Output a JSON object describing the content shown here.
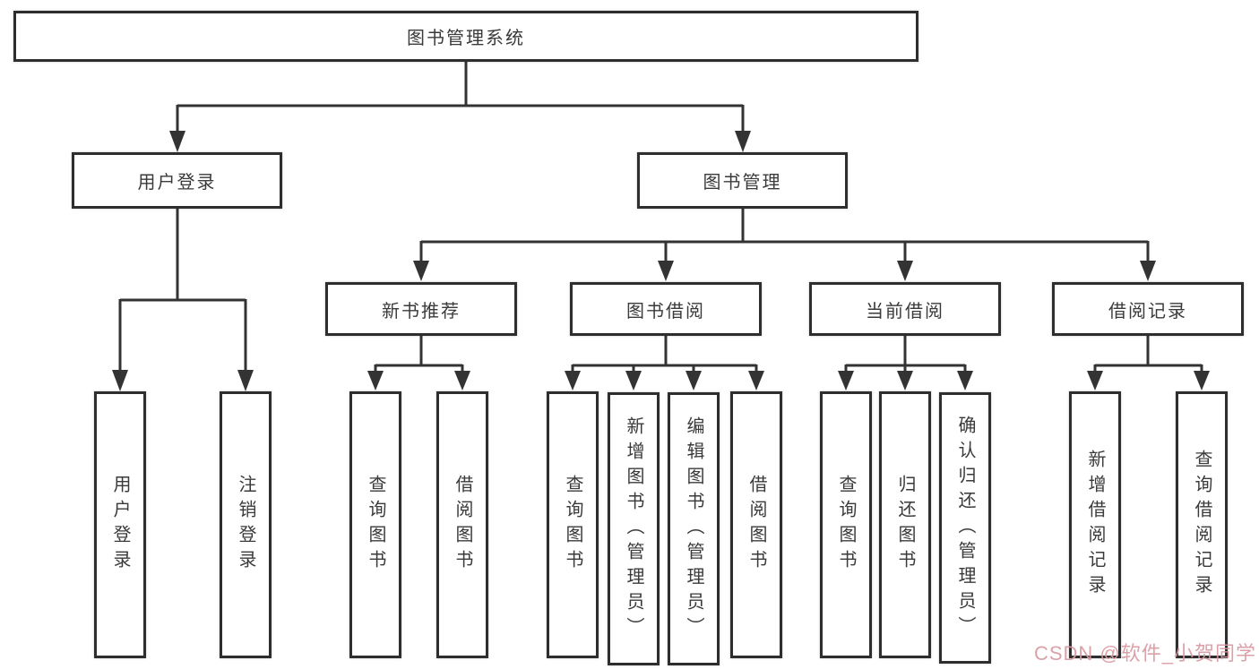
{
  "tree": {
    "label": "图书管理系统",
    "children": [
      {
        "label": "用户登录",
        "children": [
          {
            "label": "用户登录"
          },
          {
            "label": "注销登录"
          }
        ]
      },
      {
        "label": "图书管理",
        "children": [
          {
            "label": "新书推荐",
            "children": [
              {
                "label": "查询图书"
              },
              {
                "label": "借阅图书"
              }
            ]
          },
          {
            "label": "图书借阅",
            "children": [
              {
                "label": "查询图书"
              },
              {
                "label": "新增图书（管理员）"
              },
              {
                "label": "编辑图书（管理员）"
              },
              {
                "label": "借阅图书"
              }
            ]
          },
          {
            "label": "当前借阅",
            "children": [
              {
                "label": "查询图书"
              },
              {
                "label": "归还图书"
              },
              {
                "label": "确认归还（管理员）"
              }
            ]
          },
          {
            "label": "借阅记录",
            "children": [
              {
                "label": "新增借阅记录"
              },
              {
                "label": "查询借阅记录"
              }
            ]
          }
        ]
      }
    ]
  },
  "watermark": {
    "text": "CSDN @软件_小贺同学"
  },
  "colors": {
    "line": "#333333",
    "box_border": "#2e2e2e",
    "text": "#3a3a3a",
    "background": "#ffffff",
    "watermark": "#d899a1"
  }
}
